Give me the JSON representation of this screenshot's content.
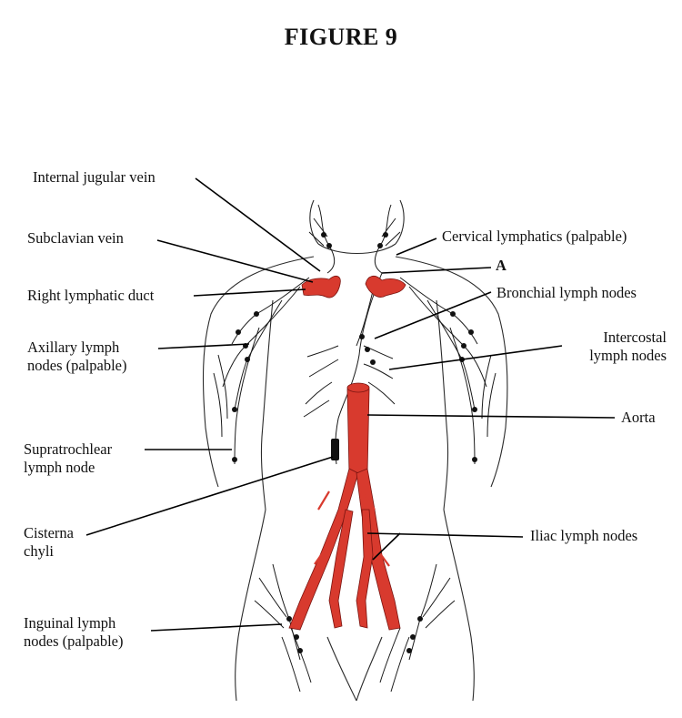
{
  "figure": {
    "title": "FIGURE 9",
    "colors": {
      "vessel_red": "#d83a2e",
      "ink": "#111111"
    },
    "labels": {
      "internal_jugular_vein": "Internal jugular vein",
      "subclavian_vein": "Subclavian vein",
      "right_lymphatic_duct": "Right lymphatic duct",
      "axillary_line1": "Axillary lymph",
      "axillary_line2": "nodes (palpable)",
      "supratrochlear_line1": "Supratrochlear",
      "supratrochlear_line2": "lymph node",
      "cisterna_line1": "Cisterna",
      "cisterna_line2": "chyli",
      "inguinal_line1": "Inguinal lymph",
      "inguinal_line2": "nodes (palpable)",
      "cervical_lymphatics": "Cervical lymphatics (palpable)",
      "point_a": "A",
      "bronchial_lymph_nodes": "Bronchial lymph nodes",
      "intercostal_line1": "Intercostal",
      "intercostal_line2": "lymph nodes",
      "aorta": "Aorta",
      "iliac_lymph_nodes": "Iliac lymph nodes"
    }
  }
}
